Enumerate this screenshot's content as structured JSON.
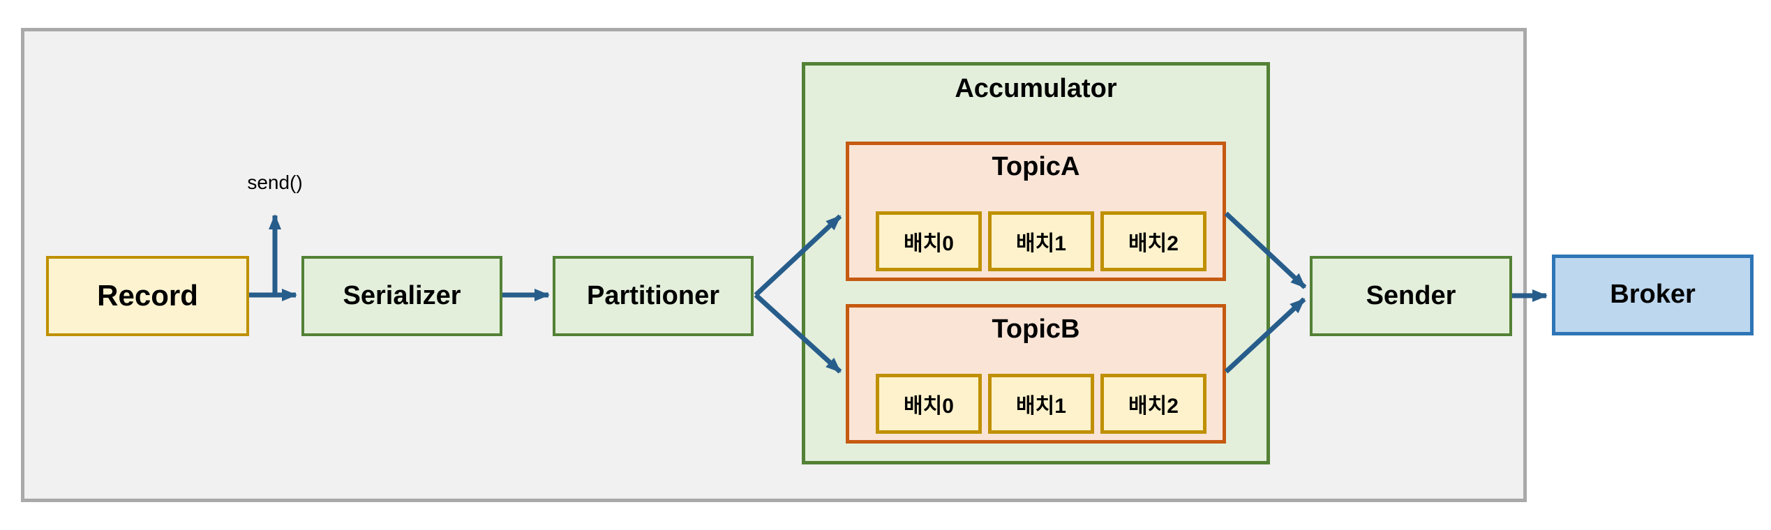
{
  "diagram": {
    "send_label": "send()",
    "nodes": {
      "record": "Record",
      "serializer": "Serializer",
      "partitioner": "Partitioner",
      "accumulator": "Accumulator",
      "sender": "Sender",
      "broker": "Broker"
    },
    "topics": [
      {
        "label": "TopicA",
        "batches": [
          "배치0",
          "배치1",
          "배치2"
        ]
      },
      {
        "label": "TopicB",
        "batches": [
          "배치0",
          "배치1",
          "배치2"
        ]
      }
    ],
    "colors": {
      "page_bg": "#ffffff",
      "frame_fill": "#f1f1f1",
      "frame_border": "#a9a9a9",
      "cream_fill": "#fdf3d0",
      "gold_border": "#bf9000",
      "green_fill": "#e3efdb",
      "green_border": "#538135",
      "peach_fill": "#fae4d6",
      "orange_border": "#c55a11",
      "batch_fill": "#fdf2cb",
      "blue_fill": "#bdd7ee",
      "blue_border": "#2e75b6",
      "arrow": "#275d8b",
      "text": "#000000"
    }
  }
}
